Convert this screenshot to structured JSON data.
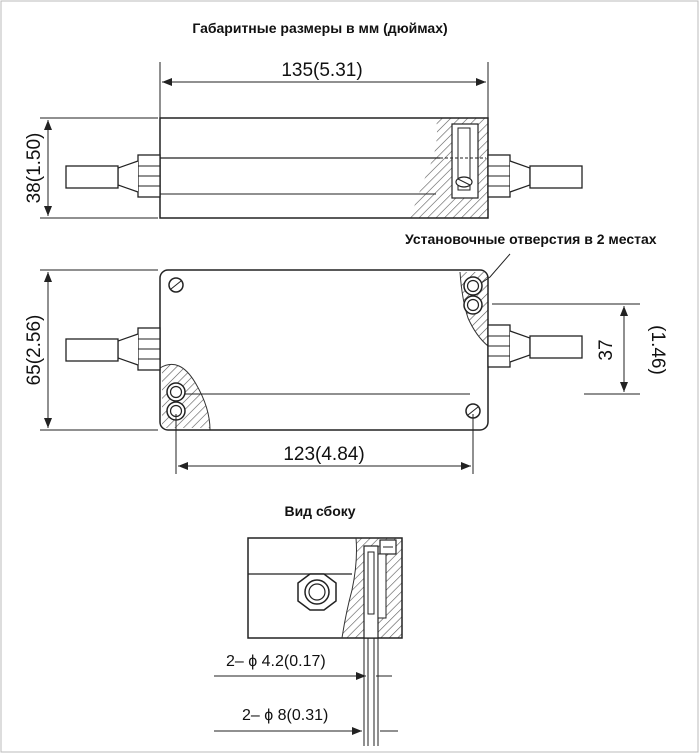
{
  "drawing": {
    "title": "Габаритные размеры в мм (дюймах)",
    "side_view_title": "Вид сбоку",
    "mounting_holes_note": "Установочные отверстия в 2 местах",
    "colors": {
      "line": "#222222",
      "body": "#ffffff",
      "hatch": "#555555"
    },
    "dimensions": {
      "top_length": "135(5.31)",
      "top_height": "38(1.50)",
      "plan_width": "65(2.56)",
      "hole_spacing": "123(4.84)",
      "cable_offset_mm": "37",
      "cable_offset_in": "(1.46)",
      "hole_small": "2–  ϕ  4.2(0.17)",
      "hole_large": "2–  ϕ  8(0.31)"
    }
  }
}
